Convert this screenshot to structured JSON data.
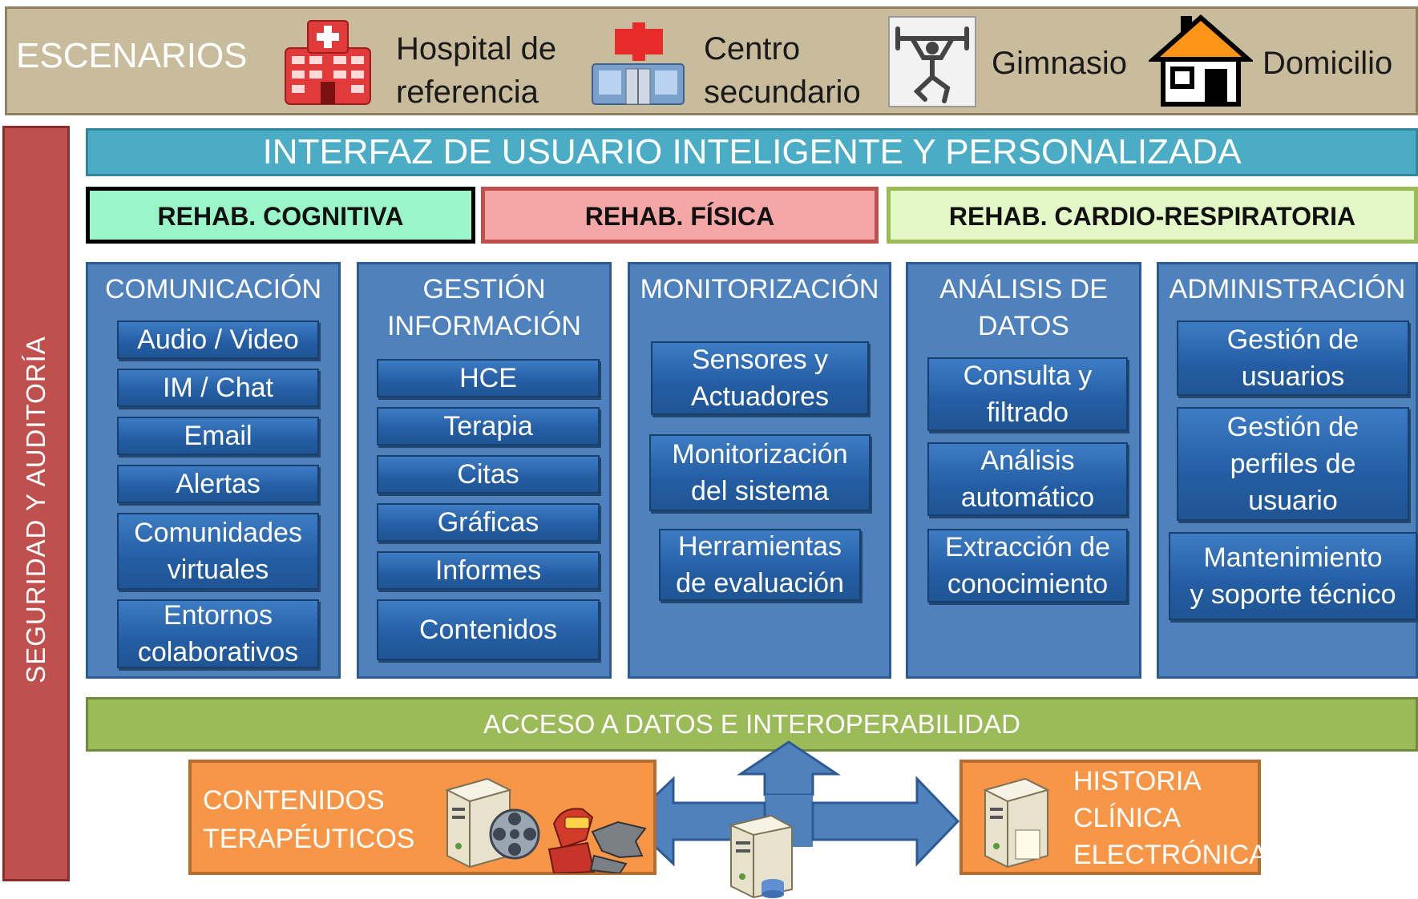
{
  "scenarios": {
    "title": "ESCENARIOS",
    "items": [
      {
        "line1": "Hospital de",
        "line2": "referencia",
        "icon": "hospital-icon"
      },
      {
        "line1": "Centro",
        "line2": "secundario",
        "icon": "clinic-icon"
      },
      {
        "line1": "Gimnasio",
        "line2": "",
        "icon": "weightlifter-icon"
      },
      {
        "line1": "Domicilio",
        "line2": "",
        "icon": "house-icon"
      }
    ]
  },
  "security_label": "SEGURIDAD Y AUDITORÍA",
  "ui_bar": "INTERFAZ DE USUARIO INTELIGENTE Y PERSONALIZADA",
  "rehab": {
    "cognitiva": "REHAB.  COGNITIVA",
    "fisica": "REHAB. FÍSICA",
    "cardio": "REHAB. CARDIO-RESPIRATORIA"
  },
  "columns": {
    "comunicacion": {
      "title": "COMUNICACIÓN",
      "items": [
        "Audio / Video",
        "IM / Chat",
        "Email",
        "Alertas",
        "Comunidades virtuales",
        "Entornos colaborativos"
      ]
    },
    "gestion": {
      "title_line1": "GESTIÓN",
      "title_line2": "INFORMACIÓN",
      "items": [
        "HCE",
        "Terapia",
        "Citas",
        "Gráficas",
        "Informes",
        "Contenidos"
      ]
    },
    "monitorizacion": {
      "title": "MONITORIZACIÓN",
      "items": [
        {
          "l1": "Sensores y",
          "l2": "Actuadores"
        },
        {
          "l1": "Monitorización",
          "l2": "del sistema"
        },
        {
          "l1": "Herramientas",
          "l2": "de evaluación"
        }
      ]
    },
    "analisis": {
      "title_line1": "ANÁLISIS DE",
      "title_line2": "DATOS",
      "items": [
        {
          "l1": "Consulta y",
          "l2": "filtrado"
        },
        {
          "l1": "Análisis",
          "l2": "automático"
        },
        {
          "l1": "Extracción de",
          "l2": "conocimiento"
        }
      ]
    },
    "administracion": {
      "title": "ADMINISTRACIÓN",
      "items": [
        {
          "l1": "Gestión de",
          "l2": "usuarios",
          "l3": ""
        },
        {
          "l1": "Gestión de",
          "l2": "perfiles de",
          "l3": "usuario"
        },
        {
          "l1": "Mantenimiento",
          "l2": "y soporte técnico",
          "l3": ""
        }
      ]
    }
  },
  "access_bar": "ACCESO A DATOS E INTEROPERABILIDAD",
  "bottom": {
    "contenidos_line1": "CONTENIDOS",
    "contenidos_line2": "TERAPÉUTICOS",
    "historia_line1": "HISTORIA",
    "historia_line2": "CLÍNICA",
    "historia_line3": "ELECTRÓNICA"
  },
  "colors": {
    "scenarios_bg": "#c9bc9c",
    "security_bg": "#c0504d",
    "ui_bar_bg": "#4bacc6",
    "column_bg": "#4f81bd",
    "access_bg": "#9bbb59",
    "orange": "#f79646",
    "arrow": "#4f81bd"
  }
}
